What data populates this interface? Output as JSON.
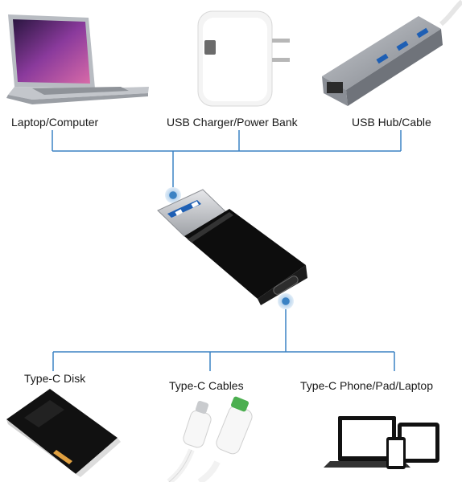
{
  "sources": {
    "laptop": "Laptop/Computer",
    "charger": "USB Charger/Power Bank",
    "hub": "USB Hub/Cable"
  },
  "targets": {
    "disk": "Type-C Disk",
    "cables": "Type-C Cables",
    "devices": "Type-C Phone/Pad/Laptop"
  },
  "colors": {
    "connector_line": "#3b82c4",
    "adapter_body": "#111111",
    "usb_metal": "#c7c9cc",
    "usb_port_blue": "#1e5fb4",
    "cable_green": "#4caf50"
  },
  "icons": [
    "laptop-icon",
    "usb-charger-icon",
    "usb-hub-icon",
    "usb-a-to-c-adapter-icon",
    "external-disk-icon",
    "type-c-cable-icon",
    "devices-icon"
  ]
}
